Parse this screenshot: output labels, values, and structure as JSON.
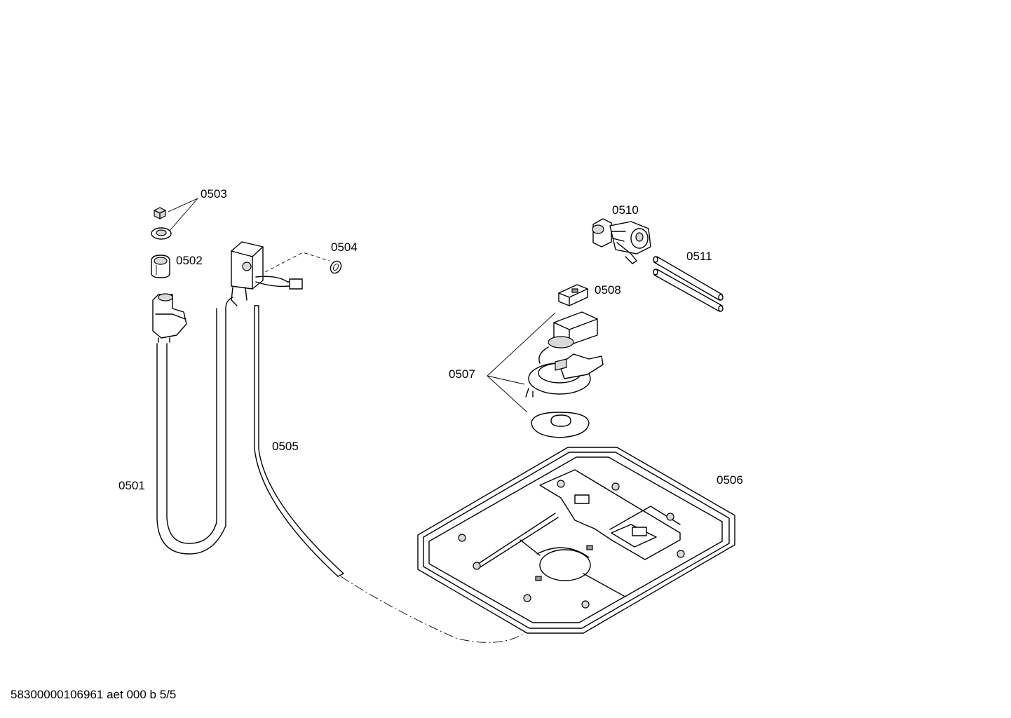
{
  "labels": {
    "p0501": "0501",
    "p0502": "0502",
    "p0503": "0503",
    "p0504": "0504",
    "p0505": "0505",
    "p0506": "0506",
    "p0507": "0507",
    "p0508": "0508",
    "p0510": "0510",
    "p0511": "0511"
  },
  "footer": {
    "document_id": "58300000106961 aet 000 b 5/5"
  }
}
